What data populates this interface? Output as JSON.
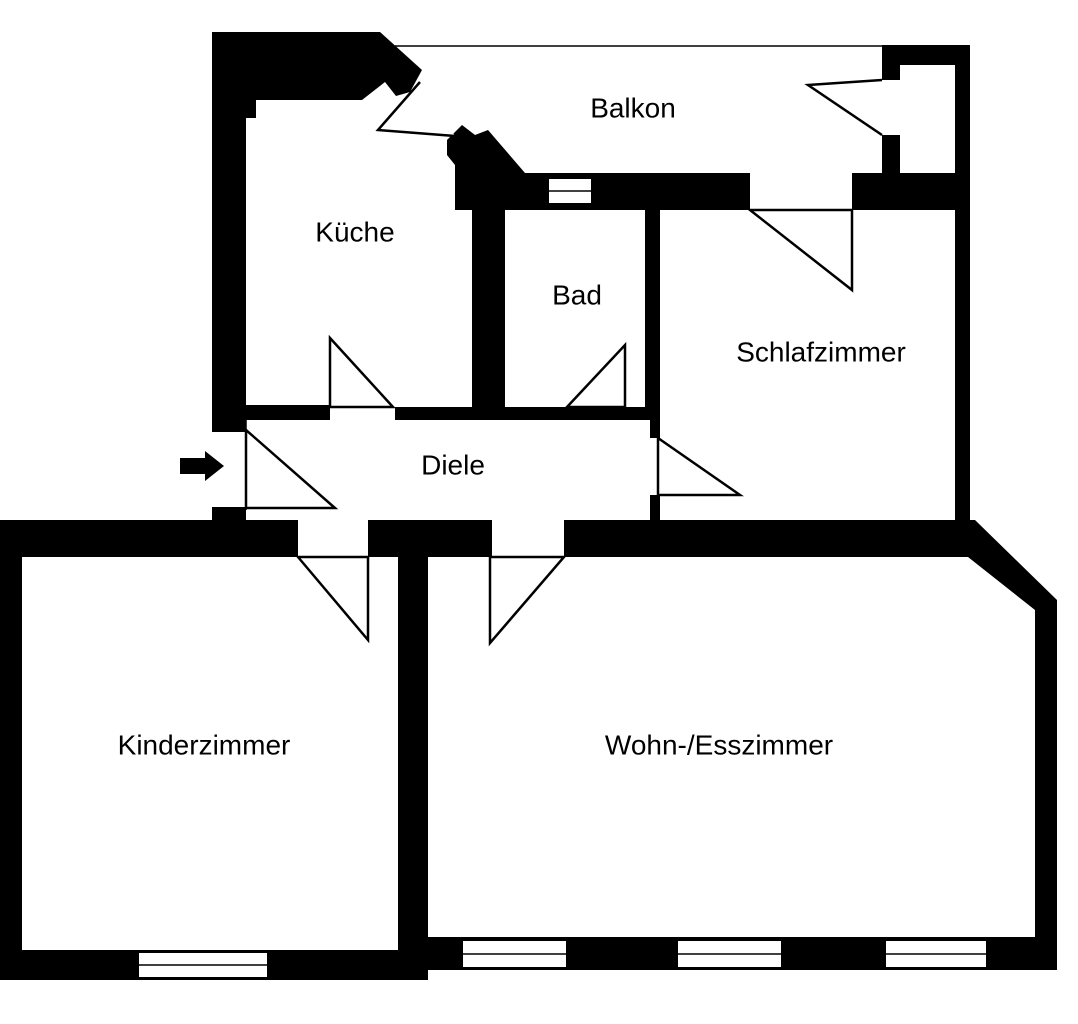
{
  "rooms": {
    "balkon": "Balkon",
    "kueche": "Küche",
    "bad": "Bad",
    "schlafzimmer": "Schlafzimmer",
    "diele": "Diele",
    "kinderzimmer": "Kinderzimmer",
    "wohn_esszimmer": "Wohn-/Esszimmer"
  },
  "icons": {
    "entrance": "arrow-right-icon"
  },
  "colors": {
    "wall": "#000000",
    "background": "#ffffff"
  }
}
